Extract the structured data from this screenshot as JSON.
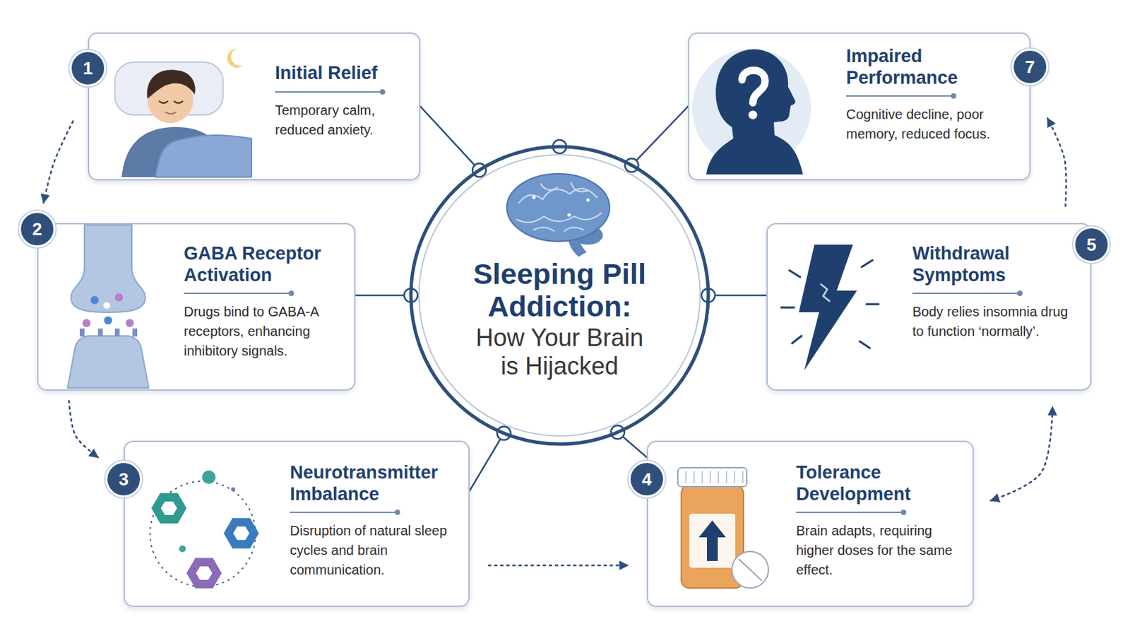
{
  "diagram": {
    "nodes": [
      {
        "text": [
          "Initial Relief",
          "Temporary calm, reduced anxiety."
        ]
      },
      {
        "text": [
          "Impaired Performance",
          "Cognitive decline, poor memory, reduced focus."
        ]
      },
      {
        "text": [
          "GABA Receptor Activation",
          "Drugs bind to GABA-A receptors, enhancing inhibitory signals."
        ]
      },
      {
        "text": [
          "Sleeping Pill Addiction:",
          "How Your Brain is Hijacked"
        ]
      },
      {
        "text": [
          "Withdrawal Symptoms",
          "Body relies insomnia drug to function ‘normally’."
        ]
      },
      {
        "text": [
          "Neurotransmitter Imbalance",
          "Disruption of natural sleep cycles and brain communication."
        ]
      },
      {
        "text": [
          "Tolerance Development",
          "Brain adapts, requiring higher doses for the same effect."
        ]
      }
    ],
    "edges": [
      {
        "from": 3,
        "to": 0,
        "arrow": "none"
      },
      {
        "from": 3,
        "to": 1,
        "arrow": "none"
      },
      {
        "from": 3,
        "to": 2,
        "arrow": "none"
      },
      {
        "from": 3,
        "to": 4,
        "arrow": "none"
      },
      {
        "from": 3,
        "to": 5,
        "arrow": "none"
      },
      {
        "from": 3,
        "to": 6,
        "arrow": "none"
      },
      {
        "from": 0,
        "to": 2,
        "arrow": "to"
      },
      {
        "from": 2,
        "to": 5,
        "arrow": "to"
      },
      {
        "from": 5,
        "to": 6,
        "arrow": "to"
      },
      {
        "from": 6,
        "to": 4,
        "arrow": "both"
      },
      {
        "from": 4,
        "to": 1,
        "arrow": "to"
      }
    ],
    "labels": [
      "1",
      "7",
      "2",
      "5",
      "3",
      "4"
    ]
  }
}
